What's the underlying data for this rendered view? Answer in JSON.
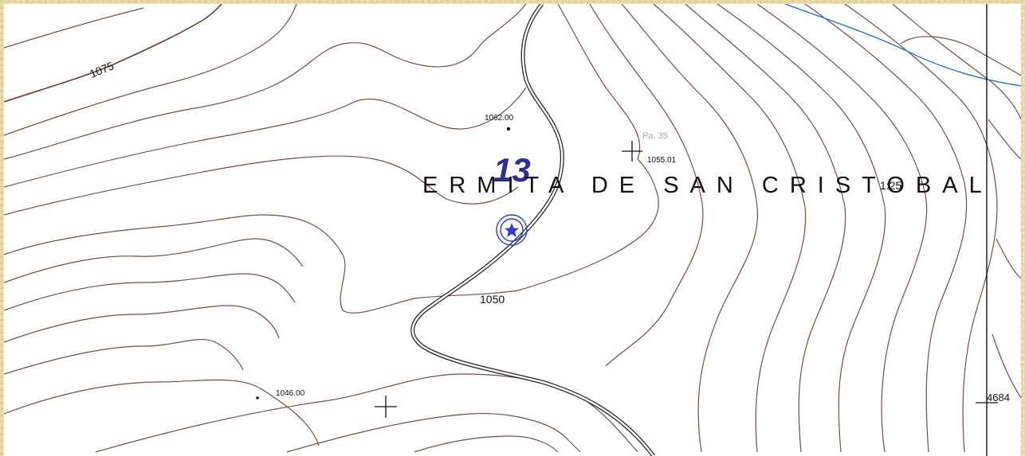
{
  "place_name": "ERMITA DE SAN CRISTOBAL",
  "site_number": "13",
  "contour_labels": [
    "1075",
    "1050"
  ],
  "spot_heights": [
    "1062.00",
    "1055.01",
    "1046.00"
  ],
  "faint_label": "Pa. 35",
  "partial_label_right": "1:25",
  "grid_label_right": "4684",
  "colors": {
    "contour": "#7b4b3e",
    "water": "#2a7fd4",
    "road": "#222222",
    "marker": "#2b3bd1",
    "site_number": "#2b2f8f",
    "border": "#e9dba8"
  },
  "icons": [
    "monument-marker-icon",
    "survey-cross-icon"
  ]
}
